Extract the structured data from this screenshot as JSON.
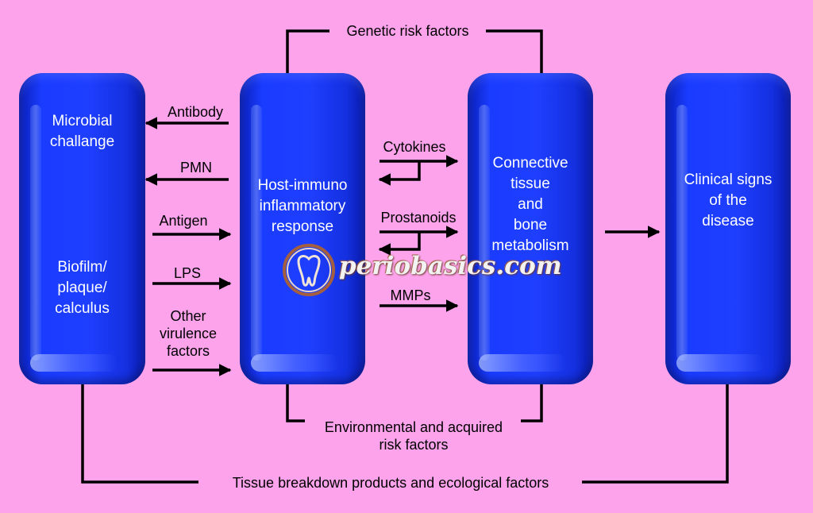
{
  "boxes": {
    "microbial": {
      "title": "Microbial\nchallange",
      "sub": "Biofilm/\nplaque/\ncalculus"
    },
    "host": {
      "title": "Host-immuno\ninflammatory\nresponse"
    },
    "connective": {
      "title": "Connective\ntissue\nand\nbone\nmetabolism"
    },
    "clinical": {
      "title": "Clinical signs\nof the\ndisease"
    }
  },
  "labels": {
    "genetic": "Genetic risk factors",
    "environmental": "Environmental and acquired\nrisk factors",
    "tissue_breakdown": "Tissue breakdown products and ecological factors",
    "antibody": "Antibody",
    "pmn": "PMN",
    "antigen": "Antigen",
    "lps": "LPS",
    "other_virulence": "Other\nvirulence\nfactors",
    "cytokines": "Cytokines",
    "prostanoids": "Prostanoids",
    "mmps": "MMPs"
  },
  "watermark": "periobasics.com",
  "colors": {
    "background": "#fca3ec",
    "box": "#1f3fff",
    "arrow": "#000000"
  }
}
